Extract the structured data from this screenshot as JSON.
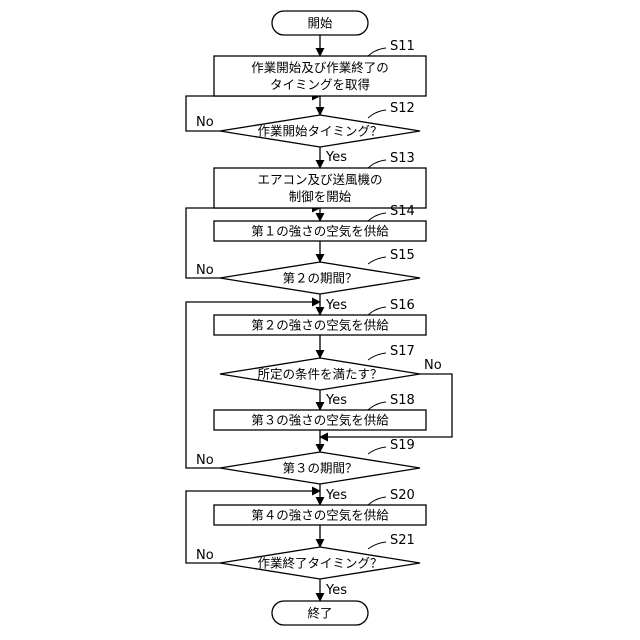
{
  "start": "開始",
  "end": "終了",
  "steps": {
    "S11": [
      "作業開始及び作業終了の",
      "タイミングを取得"
    ],
    "S12": [
      "作業開始タイミング？"
    ],
    "S13": [
      "エアコン及び送風機の",
      "制御を開始"
    ],
    "S14": [
      "第１の強さの空気を供給"
    ],
    "S15": [
      "第２の期間？"
    ],
    "S16": [
      "第２の強さの空気を供給"
    ],
    "S17": [
      "所定の条件を満たす？"
    ],
    "S18": [
      "第３の強さの空気を供給"
    ],
    "S19": [
      "第３の期間？"
    ],
    "S20": [
      "第４の強さの空気を供給"
    ],
    "S21": [
      "作業終了タイミング？"
    ]
  },
  "step_labels": {
    "S11": "S11",
    "S12": "S12",
    "S13": "S13",
    "S14": "S14",
    "S15": "S15",
    "S16": "S16",
    "S17": "S17",
    "S18": "S18",
    "S19": "S19",
    "S20": "S20",
    "S21": "S21"
  },
  "branches": {
    "yes": "Yes",
    "no": "No"
  }
}
